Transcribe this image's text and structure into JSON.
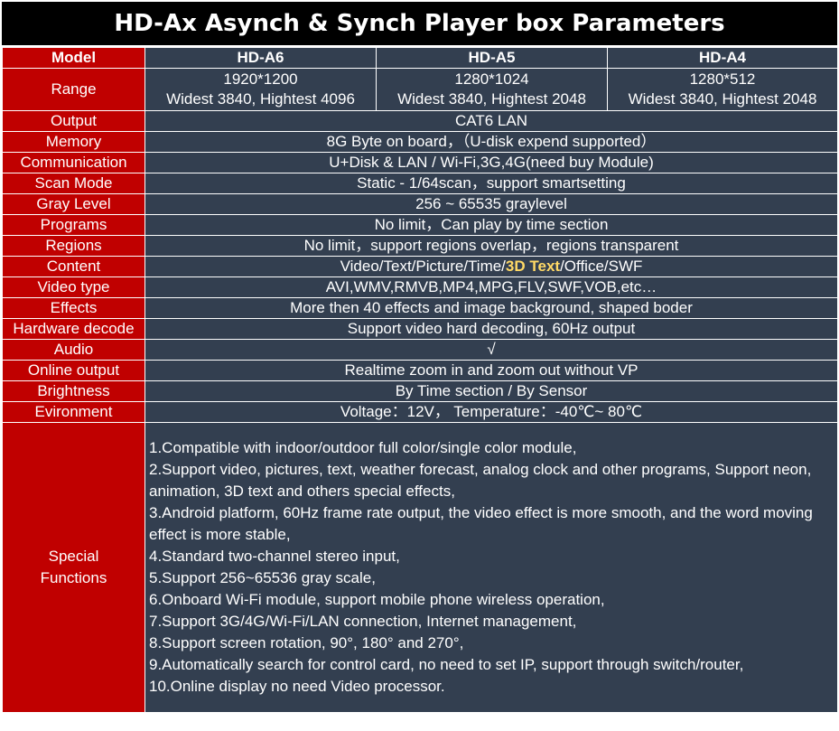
{
  "title": "HD-Ax Asynch & Synch Player box Parameters",
  "colors": {
    "label_bg": "#c00000",
    "cell_bg": "#333f50",
    "highlight": "#ffd966"
  },
  "header": {
    "label": "Model",
    "models": [
      "HD-A6",
      "HD-A5",
      "HD-A4"
    ]
  },
  "range": {
    "label": "Range",
    "values": [
      [
        "1920*1200",
        "Widest 3840, Hightest 4096"
      ],
      [
        "1280*1024",
        "Widest 3840, Hightest 2048"
      ],
      [
        "1280*512",
        "Widest 3840, Hightest 2048"
      ]
    ]
  },
  "rows": [
    {
      "label": "Output",
      "value": "CAT6 LAN"
    },
    {
      "label": "Memory",
      "value": "8G Byte on board，（U-disk expend supported）"
    },
    {
      "label": "Communication",
      "value": "U+Disk & LAN / Wi-Fi,3G,4G(need buy Module)"
    },
    {
      "label": "Scan Mode",
      "value": "Static - 1/64scan，support smartsetting"
    },
    {
      "label": "Gray Level",
      "value": "256 ~ 65535 graylevel"
    },
    {
      "label": "Programs",
      "value": "No limit，Can play by time section"
    },
    {
      "label": "Regions",
      "value": "No limit，support regions overlap，regions transparent"
    }
  ],
  "content": {
    "label": "Content",
    "before": "Video/Text/Picture/Time/",
    "highlight": "3D Text",
    "after": "/Office/SWF"
  },
  "rows2": [
    {
      "label": "Video type",
      "value": "AVI,WMV,RMVB,MP4,MPG,FLV,SWF,VOB,etc…"
    },
    {
      "label": "Effects",
      "value": "More then 40 effects and image background, shaped boder"
    },
    {
      "label": "Hardware decode",
      "value": "Support video hard decoding, 60Hz output"
    },
    {
      "label": "Audio",
      "value": "√"
    },
    {
      "label": "Online output",
      "value": "Realtime zoom in and zoom out without VP"
    },
    {
      "label": "Brightness",
      "value": "By Time section / By Sensor"
    },
    {
      "label": "Evironment",
      "value": "Voltage：12V，  Temperature：-40℃~ 80℃"
    }
  ],
  "special": {
    "label1": "Special",
    "label2": "Functions",
    "items": [
      "1.Compatible with indoor/outdoor full color/single color module,",
      "2.Support video, pictures, text, weather forecast, analog clock and other programs,  Support neon, animation, 3D text and others special effects,",
      "3.Android platform, 60Hz frame rate output, the video effect is more smooth, and the word moving effect is more stable,",
      "4.Standard two-channel stereo input,",
      "5.Support 256~65536 gray scale,",
      "6.Onboard Wi-Fi module, support mobile phone wireless operation,",
      "7.Support 3G/4G/Wi-Fi/LAN connection,  Internet management,",
      "8.Support screen rotation, 90°, 180° and 270°,",
      "9.Automatically search for control card, no need to set IP, support through switch/router,",
      "10.Online display no need Video processor."
    ]
  }
}
